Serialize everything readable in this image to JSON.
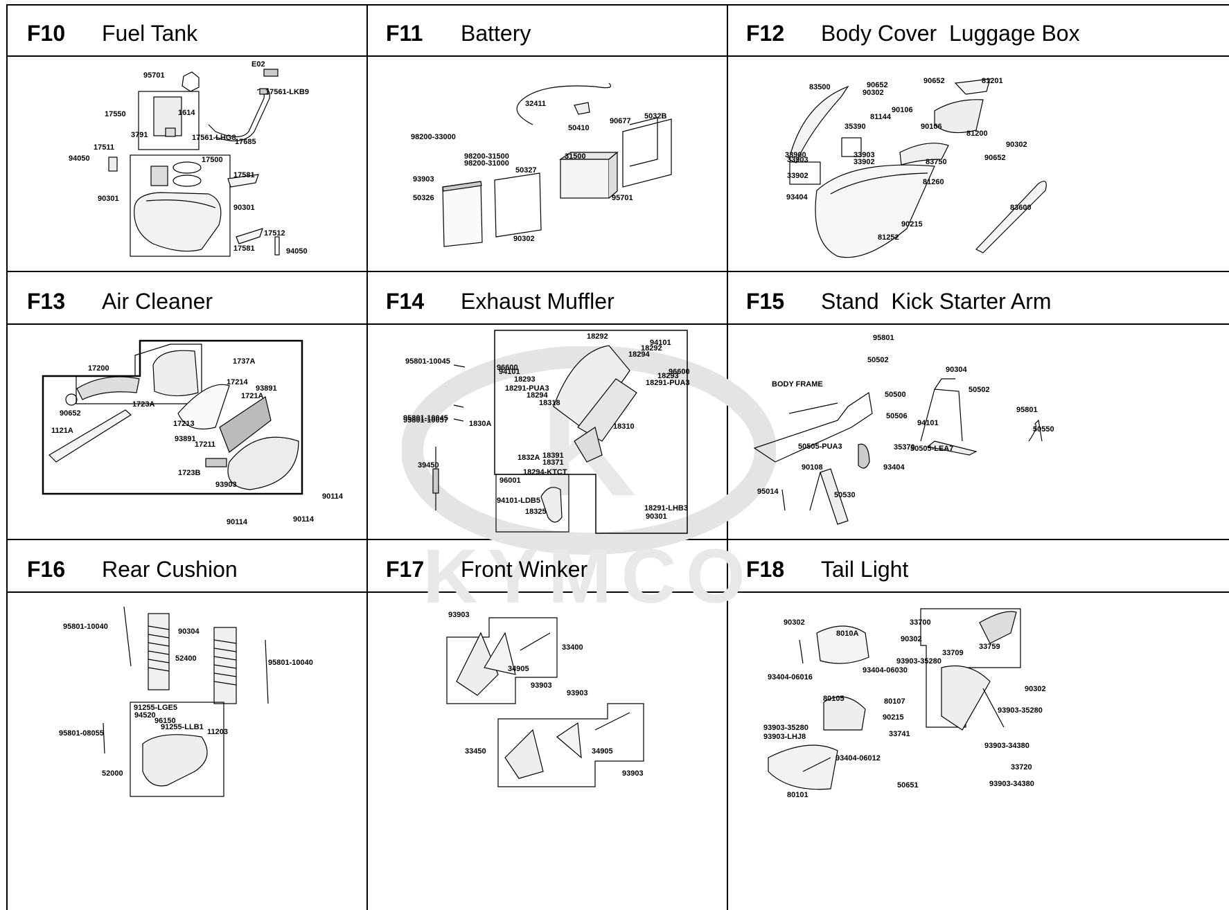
{
  "sections": [
    {
      "code": "F10",
      "title": "Fuel Tank",
      "parts": [
        "95701",
        "E02",
        "17561-LKB9",
        "17550",
        "1614",
        "3791",
        "17561-LHG8",
        "17685",
        "17511",
        "94050",
        "17500",
        "90301",
        "17581",
        "90301",
        "17581",
        "17512",
        "94050"
      ]
    },
    {
      "code": "F11",
      "title": "Battery",
      "parts": [
        "32411",
        "50410",
        "90677",
        "5032B",
        "98200-33000",
        "98200-31500",
        "98200-31000",
        "50327",
        "31500",
        "93903",
        "50326",
        "95701",
        "90302"
      ]
    },
    {
      "code": "F12",
      "title": "Body Cover  Luggage Box",
      "parts": [
        "83500",
        "90652",
        "90302",
        "90652",
        "81201",
        "90106",
        "81144",
        "35390",
        "90106",
        "81200",
        "33900",
        "33903",
        "33902",
        "33903",
        "33902",
        "83750",
        "90302",
        "90652",
        "81260",
        "93404",
        "83600",
        "90215",
        "81252"
      ]
    },
    {
      "code": "F13",
      "title": "Air Cleaner",
      "parts": [
        "1737A",
        "17200",
        "17214",
        "93891",
        "1721A",
        "90652",
        "1723A",
        "1121A",
        "17213",
        "93891",
        "17211",
        "1723B",
        "93903",
        "90114",
        "90114",
        "90114"
      ]
    },
    {
      "code": "F14",
      "title": "Exhaust Muffler",
      "parts": [
        "18292",
        "95801-10045",
        "94101",
        "18292",
        "18294",
        "96600",
        "96600",
        "94101",
        "18293",
        "18293",
        "18291-PUA3",
        "18291-PUA3",
        "18294",
        "18318",
        "95801-10057",
        "95801-10045",
        "1830A",
        "18310",
        "1832A",
        "18391",
        "18371",
        "39450",
        "18294-KTCT",
        "96001",
        "94101-LDB5",
        "18325",
        "18291-LHB3",
        "90301"
      ]
    },
    {
      "code": "F15",
      "title": "Stand  Kick Starter Arm",
      "parts": [
        "95801",
        "50502",
        "90304",
        "BODY  FRAME",
        "50500",
        "50502",
        "95801",
        "50506",
        "94101",
        "50550",
        "50505-PUA3",
        "35370",
        "50505-LEA7",
        "90108",
        "93404",
        "95014",
        "50530"
      ]
    },
    {
      "code": "F16",
      "title": "Rear Cushion",
      "parts": [
        "95801-10040",
        "90304",
        "52400",
        "95801-10040",
        "91255-LGE5",
        "94520",
        "96150",
        "91255-LLB1",
        "11203",
        "95801-08055",
        "52000"
      ]
    },
    {
      "code": "F17",
      "title": "Front Winker",
      "parts": [
        "93903",
        "33400",
        "34905",
        "93903",
        "93903",
        "33450",
        "34905",
        "93903"
      ]
    },
    {
      "code": "F18",
      "title": "Tail Light",
      "parts": [
        "90302",
        "8010A",
        "33700",
        "90302",
        "33709",
        "33759",
        "93903-35280",
        "93404-06030",
        "93404-06016",
        "90302",
        "80105",
        "80107",
        "90215",
        "93903-35280",
        "93903-35280",
        "33741",
        "93903-LHJ8",
        "93404-06012",
        "93903-34380",
        "33720",
        "50651",
        "93903-34380",
        "80101"
      ]
    }
  ],
  "watermark": {
    "brand": "KYMCO",
    "logo": "K"
  }
}
